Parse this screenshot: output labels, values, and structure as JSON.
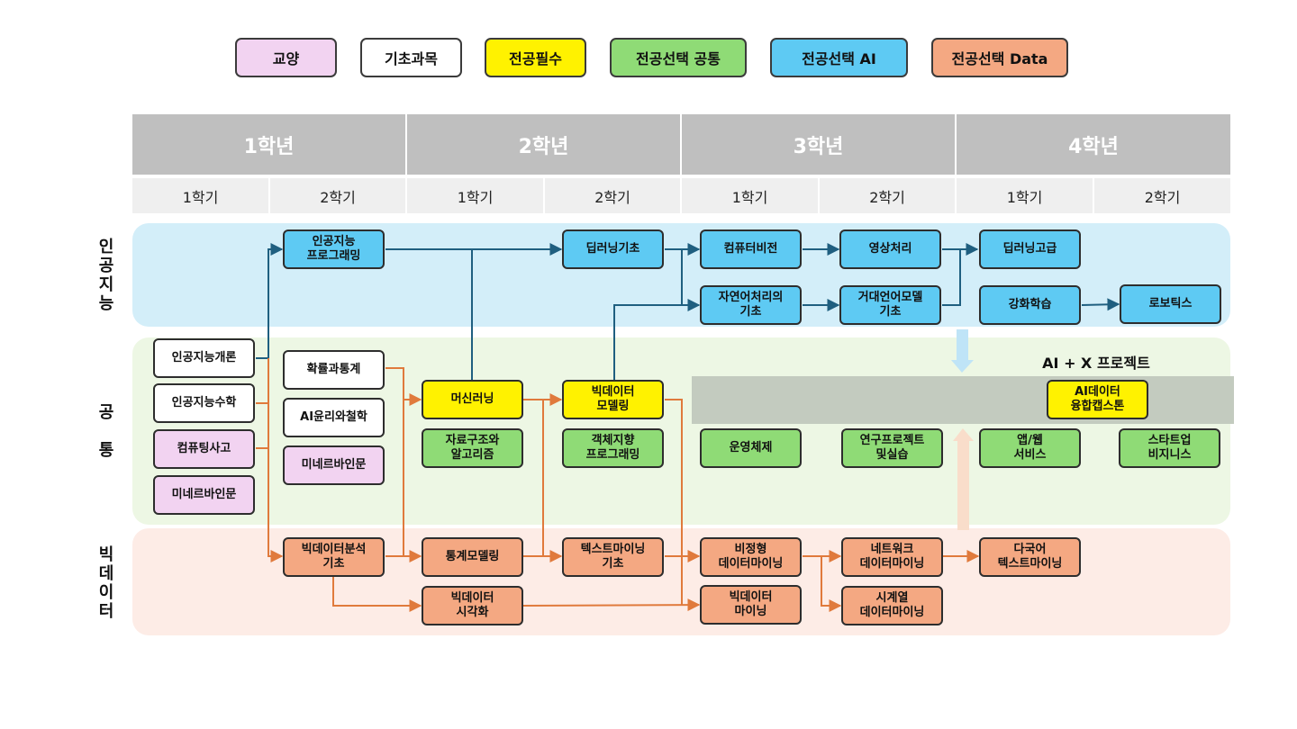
{
  "legend": {
    "gen": "교양",
    "basic": "기초과목",
    "required": "전공필수",
    "common": "전공선택 공통",
    "ai": "전공선택 AI",
    "data": "전공선택 Data"
  },
  "years": [
    "1학년",
    "2학년",
    "3학년",
    "4학년"
  ],
  "semesters": [
    "1학기",
    "2학기",
    "1학기",
    "2학기",
    "1학기",
    "2학기",
    "1학기",
    "2학기"
  ],
  "tracks": {
    "ai": "인\n공\n지\n능",
    "common": "공\n\n통",
    "data": "빅\n데\n이\n터"
  },
  "project": {
    "title": "AI + X 프로젝트",
    "capstone": "AI데이터\n융합캡스톤"
  },
  "courses": {
    "ai_programming": "인공지능\n프로그래밍",
    "deep_learning_basics": "딥러닝기초",
    "computer_vision": "컴퓨터비전",
    "image_processing": "영상처리",
    "deep_learning_advanced": "딥러닝고급",
    "nlp_basics": "자연어처리의\n기초",
    "llm_basics": "거대언어모델\n기초",
    "reinforcement_learning": "강화학습",
    "robotics": "로보틱스",
    "ai_intro": "인공지능개론",
    "ai_math": "인공지능수학",
    "computing_thinking": "컴퓨팅사고",
    "minerva_1": "미네르바인문",
    "prob_stats": "확률과통계",
    "ai_ethics": "AI윤리와철학",
    "minerva_2": "미네르바인문",
    "machine_learning": "머신러닝",
    "bigdata_modeling": "빅데이터\n모델링",
    "data_structures": "자료구조와\n알고리즘",
    "oop": "객체지향\n프로그래밍",
    "os": "운영체제",
    "research_project": "연구프로젝트\n및실습",
    "app_web": "앱/웹\n서비스",
    "startup": "스타트업\n비지니스",
    "bigdata_analysis": "빅데이터분석\n기초",
    "stat_modeling": "통계모델링",
    "text_mining_basics": "텍스트마이닝\n기초",
    "unstructured_mining": "비정형\n데이터마이닝",
    "network_mining": "네트워크\n데이터마이닝",
    "multilingual_text_mining": "다국어\n텍스트마이닝",
    "bigdata_visualization": "빅데이터\n시각화",
    "bigdata_mining": "빅데이터\n마이닝",
    "timeseries_mining": "시계열\n데이터마이닝"
  },
  "colors": {
    "gen": "#f2d3f1",
    "basic": "#ffffff",
    "required": "#fff200",
    "common": "#8fdb76",
    "ai": "#5ecaf3",
    "data": "#f4a882",
    "ai_arrow": "#1f5f80",
    "data_arrow": "#e07a3c"
  }
}
